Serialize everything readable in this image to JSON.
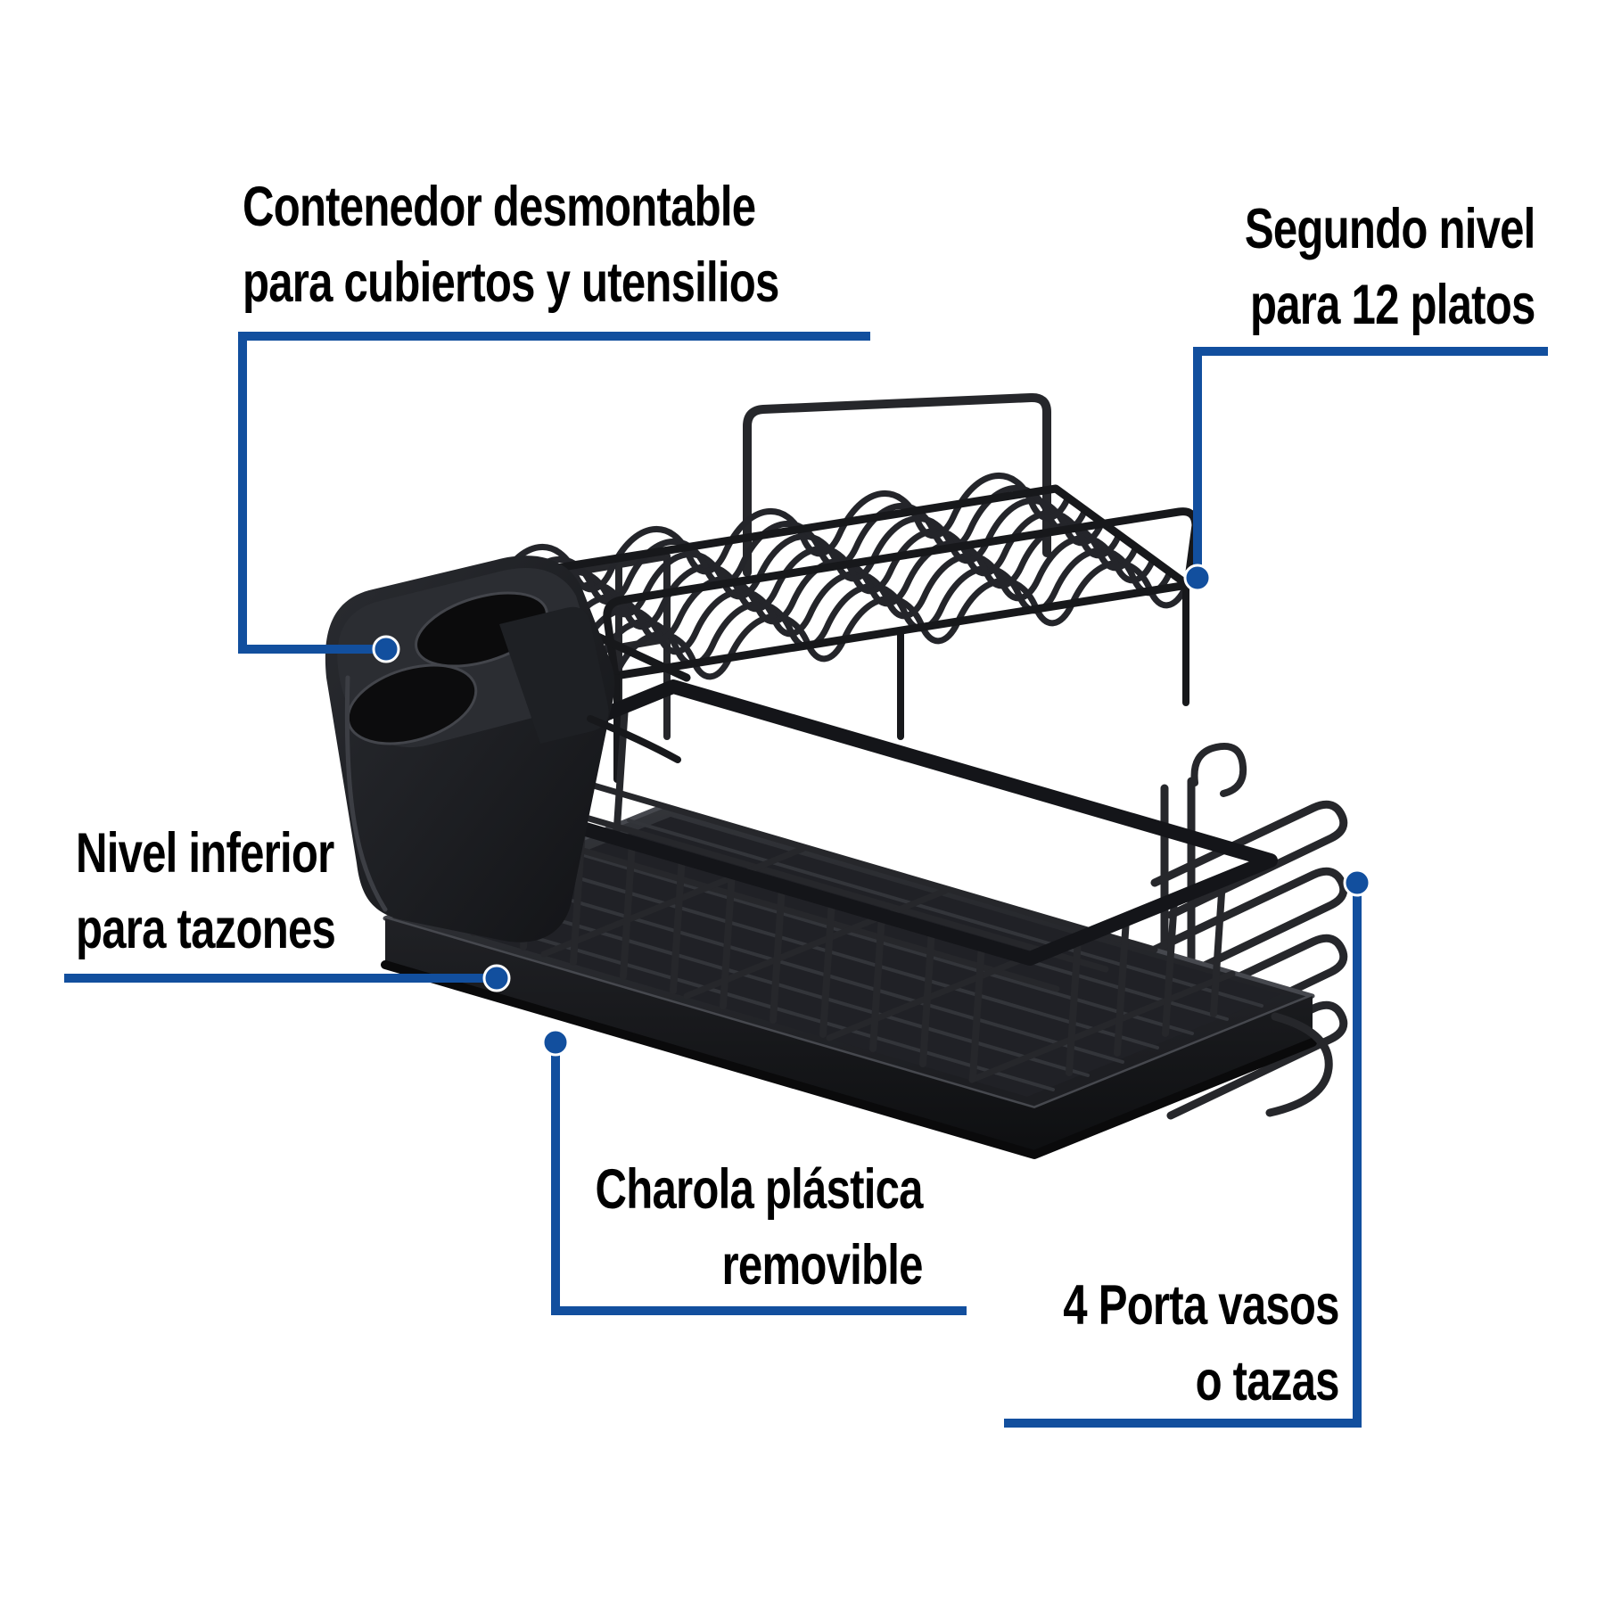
{
  "colors": {
    "accent": "#124f9e",
    "label_text": "#000000",
    "background": "#ffffff",
    "wire": "#26272b",
    "wire_dark": "#17181b",
    "wire_light": "#3a3c42"
  },
  "callouts": [
    {
      "id": "cutlery-container",
      "line1": "Contenedor desmontable",
      "line2": "para cubiertos y utensilios"
    },
    {
      "id": "second-level",
      "line1": "Segundo nivel",
      "line2": "para 12 platos"
    },
    {
      "id": "lower-level",
      "line1": "Nivel inferior",
      "line2": "para tazones"
    },
    {
      "id": "tray",
      "line1": "Charola plástica",
      "line2": "removible"
    },
    {
      "id": "cup-holders",
      "line1": "4 Porta vasos",
      "line2": "o tazas"
    }
  ]
}
